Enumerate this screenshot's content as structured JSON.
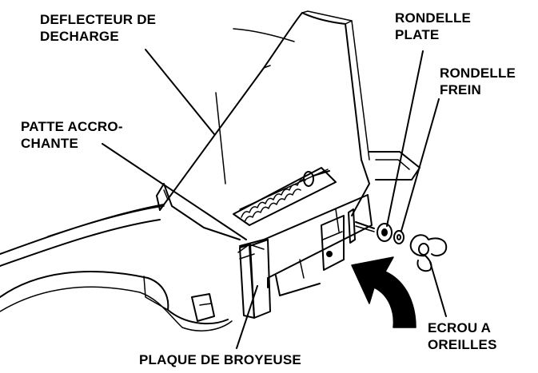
{
  "colors": {
    "ink": "#000000",
    "paper": "#ffffff"
  },
  "labels": {
    "deflecteur": {
      "line1": "DEFLECTEUR DE",
      "line2": "DECHARGE"
    },
    "patte": {
      "line1": "PATTE ACCRO-",
      "line2": "CHANTE"
    },
    "rondelle_plate": {
      "line1": "RONDELLE",
      "line2": "PLATE"
    },
    "rondelle_frein": {
      "line1": "RONDELLE",
      "line2": "FREIN"
    },
    "ecrou": {
      "line1": "ECROU A",
      "line2": "OREILLES"
    },
    "plaque": {
      "line1": "PLAQUE DE BROYEUSE"
    }
  },
  "icons": [
    "discharge-deflector",
    "hinge-spring",
    "mulching-plate",
    "flat-washer",
    "lock-washer",
    "wing-nut",
    "direction-arrow"
  ]
}
